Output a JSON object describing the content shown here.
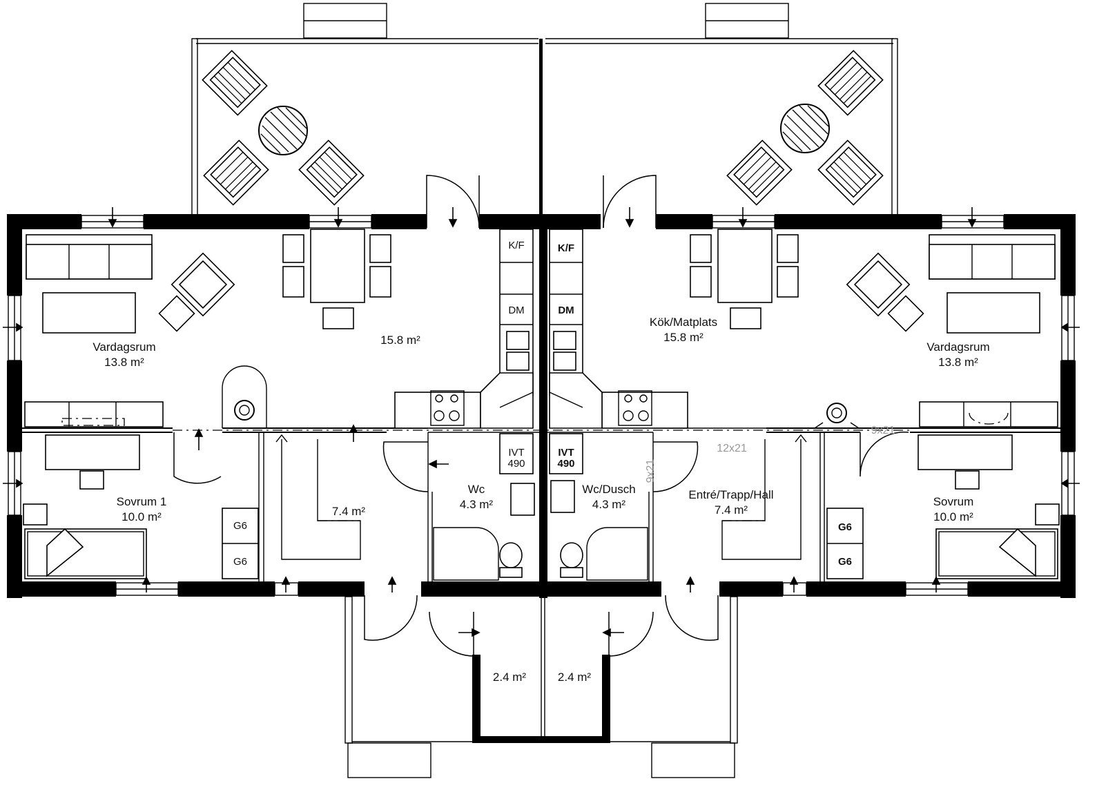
{
  "rooms": {
    "left_living": {
      "name": "Vardagsrum",
      "area": "13.8 m²"
    },
    "left_kitchen": {
      "area": "15.8 m²"
    },
    "left_bedroom": {
      "name": "Sovrum 1",
      "area": "10.0 m²"
    },
    "left_hall": {
      "area": "7.4 m²"
    },
    "left_wc": {
      "name": "Wc",
      "area": "4.3 m²"
    },
    "left_porch": {
      "area": "2.4 m²"
    },
    "right_wc": {
      "name": "Wc/Dusch",
      "area": "4.3 m²"
    },
    "right_kitchen": {
      "name": "Kök/Matplats",
      "area": "15.8 m²"
    },
    "right_living": {
      "name": "Vardagsrum",
      "area": "13.8 m²"
    },
    "right_hall": {
      "name": "Entré/Trapp/Hall",
      "area": "7.4 m²"
    },
    "right_bedroom": {
      "name": "Sovrum",
      "area": "10.0 m²"
    },
    "right_porch": {
      "area": "2.4 m²"
    }
  },
  "fixtures": {
    "left_kf": "K/F",
    "left_dm": "DM",
    "left_ivt": "IVT",
    "left_ivt_num": "490",
    "right_kf": "K/F",
    "right_dm": "DM",
    "right_ivt": "IVT",
    "right_ivt_num": "490",
    "left_g6_top": "G6",
    "left_g6_bottom": "G6",
    "right_g6_top": "G6",
    "right_g6_bottom": "G6"
  },
  "dimensions": {
    "door_9x21_a": "9x21",
    "door_12x21": "12x21",
    "door_9x21_b": "9x21"
  }
}
